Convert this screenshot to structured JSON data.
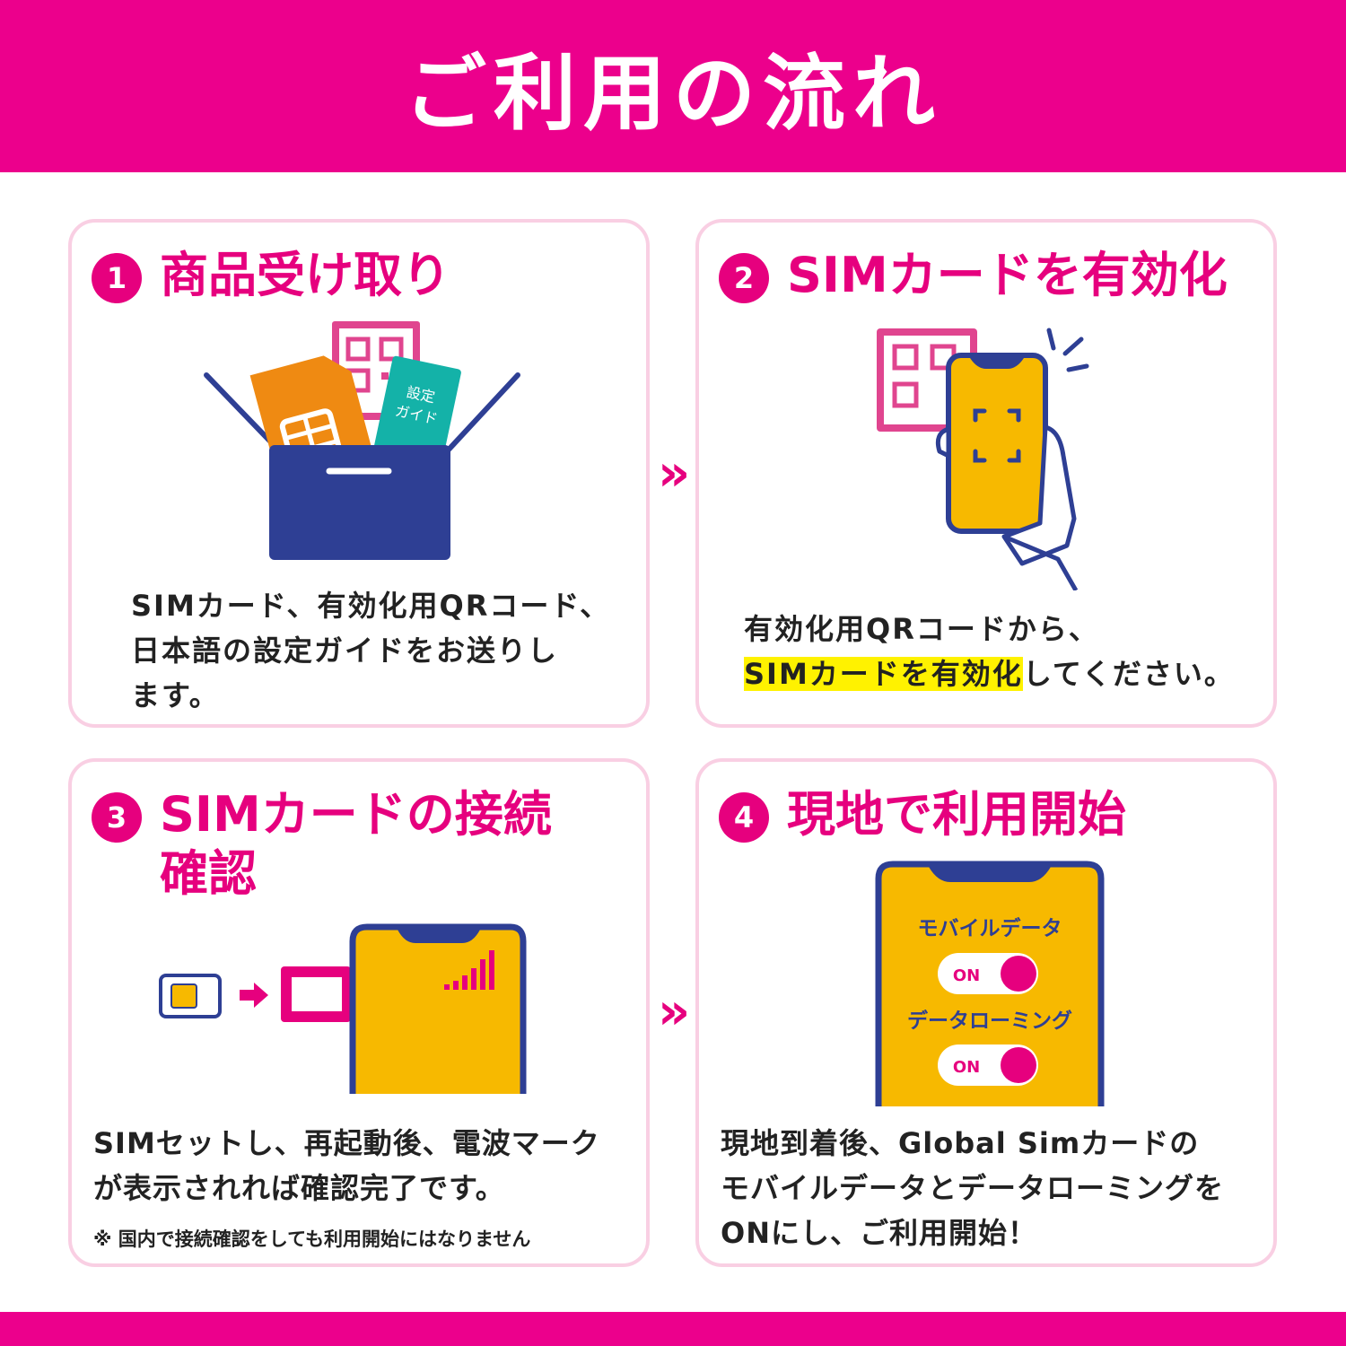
{
  "header": {
    "title": "ご利用の流れ"
  },
  "steps": [
    {
      "number": "1",
      "title": "商品受け取り",
      "desc_lines": [
        "SIMカード、有効化用QRコード、",
        "日本語の設定ガイドをお送りし",
        "ます。"
      ],
      "guide_label_1": "設定",
      "guide_label_2": "ガイド"
    },
    {
      "number": "2",
      "title": "SIMカードを有効化",
      "desc_line1": "有効化用QRコードから、",
      "desc_highlight": "SIMカードを有効化",
      "desc_rest": "してください。"
    },
    {
      "number": "3",
      "title": "SIMカードの接続確認",
      "desc_lines": [
        "SIMセットし、再起動後、電波マーク",
        "が表示されれば確認完了です。"
      ],
      "note": "※ 国内で接続確認をしても利用開始にはなりません"
    },
    {
      "number": "4",
      "title": "現地で利用開始",
      "toggle1_label": "モバイルデータ",
      "toggle1_state": "ON",
      "toggle2_label": "データローミング",
      "toggle2_state": "ON",
      "desc_lines": [
        "現地到着後、Global Simカードの",
        "モバイルデータとデータローミングを",
        "ONにし、ご利用開始！"
      ]
    }
  ],
  "arrow_glyph": "»",
  "colors": {
    "brand": "#ec008c",
    "accent": "#e6007e",
    "navy": "#2e3f94",
    "yellow": "#f7b900",
    "teal": "#14b2a8",
    "orange": "#ef8a12",
    "highlight": "#fff200"
  }
}
